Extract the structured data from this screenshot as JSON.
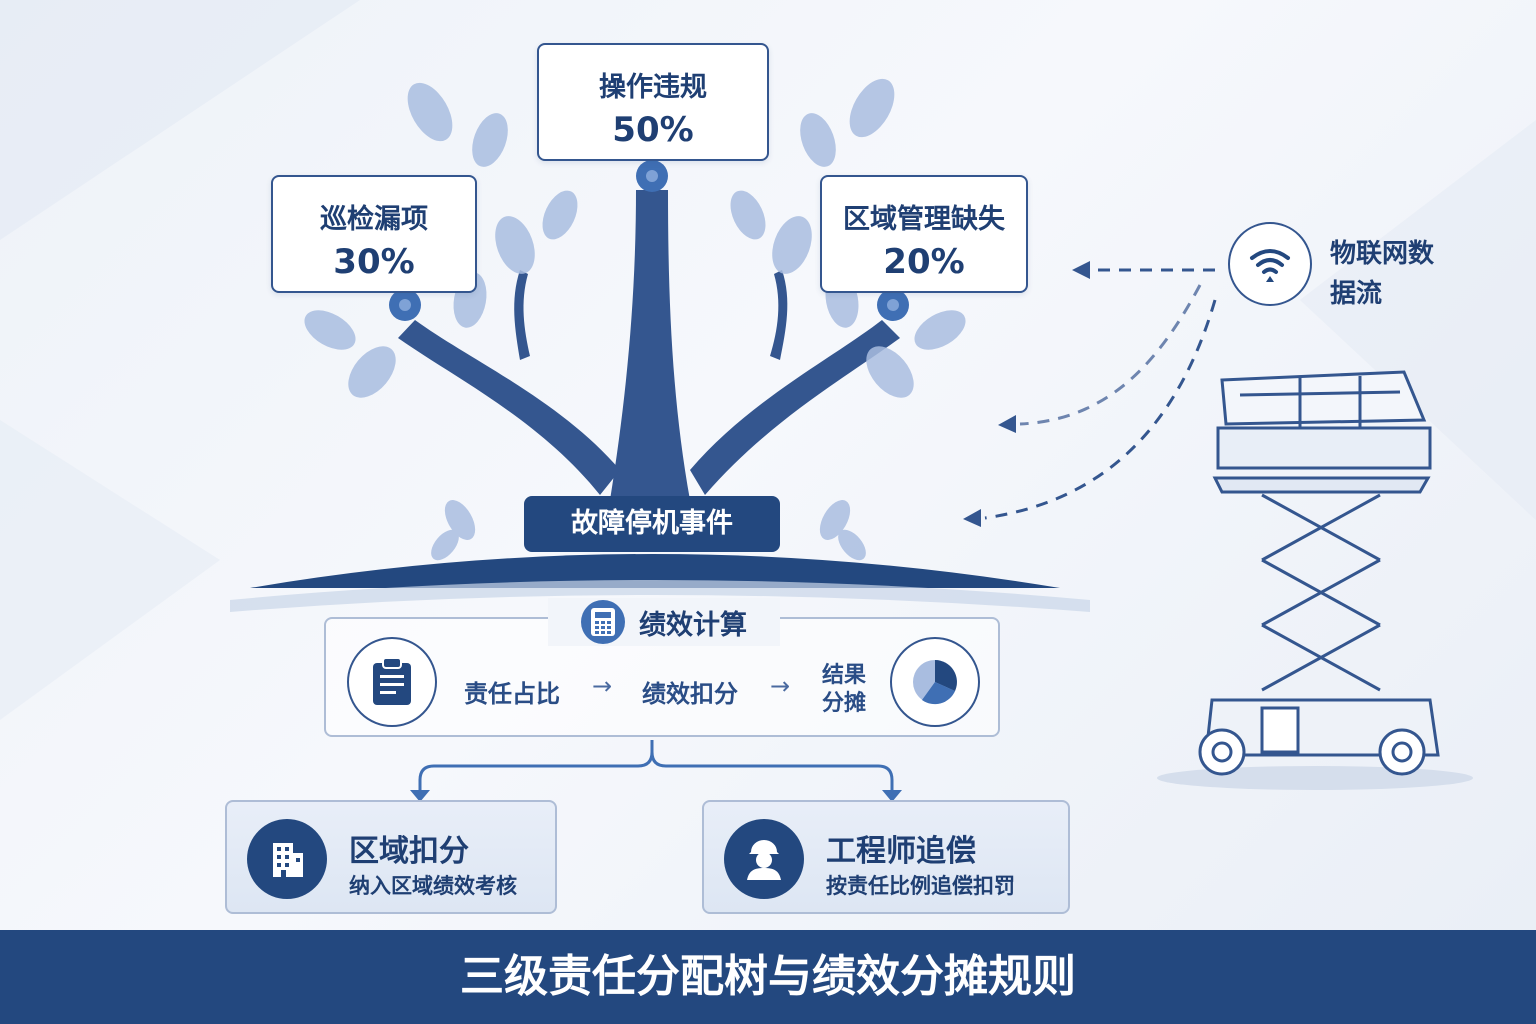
{
  "tree": {
    "center": {
      "name": "操作违规",
      "pct": "50%"
    },
    "left": {
      "name": "巡检漏项",
      "pct": "30%"
    },
    "right": {
      "name": "区域管理缺失",
      "pct": "20%"
    },
    "root": "故障停机事件"
  },
  "performance": {
    "title": "绩效计算",
    "steps": [
      "责任占比",
      "绩效扣分",
      "结果分摊"
    ],
    "arrow": "→"
  },
  "results": [
    {
      "title": "区域扣分",
      "subtitle": "纳入区域绩效考核",
      "icon": "building-icon"
    },
    {
      "title": "工程师追偿",
      "subtitle": "按责任比例追偿扣罚",
      "icon": "engineer-icon"
    }
  ],
  "iot": {
    "label": "物联网数据流",
    "icon": "wifi-signal-icon"
  },
  "footer": {
    "title": "三级责任分配树与绩效分摊规则"
  },
  "colors": {
    "primary": "#23487f",
    "accent": "#3f6fb4",
    "leaf": "#a9bde0",
    "border": "#34568f"
  }
}
